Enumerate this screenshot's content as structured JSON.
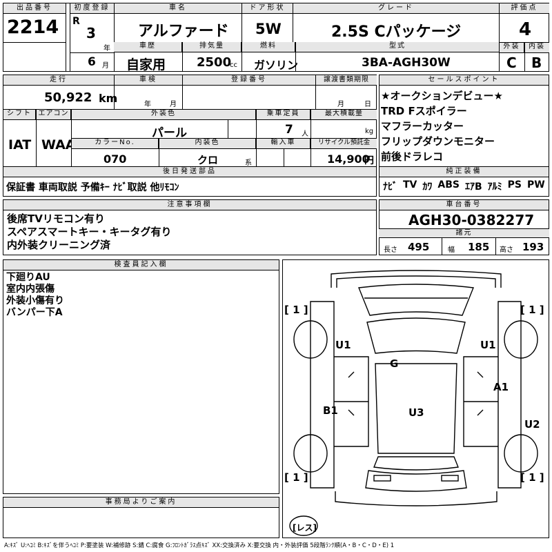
{
  "header": {
    "lot_label": "出品番号",
    "lot_number": "2214",
    "first_reg_label": "初度登録",
    "era": "R",
    "reg_year": "3",
    "year_unit": "年",
    "reg_month": "6",
    "month_unit": "月",
    "car_name_label": "車名",
    "car_name": "アルファード",
    "door_label": "ドア形状",
    "door": "5W",
    "grade_label": "グレード",
    "grade": "2.5S Cパッケージ",
    "score_label": "評価点",
    "score": "4",
    "history_label": "車歴",
    "history": "自家用",
    "displacement_label": "排気量",
    "displacement": "2500",
    "displacement_unit": "cc",
    "fuel_label": "燃料",
    "fuel": "ガソリン",
    "model_label": "型式",
    "model": "3BA-AGH30W",
    "exterior_label": "外装",
    "exterior_grade": "C",
    "interior_label": "内装",
    "interior_grade": "B"
  },
  "middle": {
    "mileage_label": "走行",
    "mileage": "50,922",
    "mileage_unit": "km",
    "inspection_label": "車検",
    "year_unit": "年",
    "month_unit": "月",
    "plate_label": "登録番号",
    "transfer_label": "譲渡書類期限",
    "transfer_month_unit": "月",
    "transfer_day_unit": "日",
    "shift_label": "シフト",
    "shift": "IAT",
    "ac_label": "エアコン",
    "ac": "WAA",
    "color_label": "外装色",
    "color": "パール",
    "capacity_label": "乗車定員",
    "capacity": "7",
    "capacity_unit": "人",
    "load_label": "最大積載量",
    "load_unit": "kg",
    "color_no_label": "カラーNo.",
    "color_no": "070",
    "interior_color_label": "内装色",
    "interior_color": "クロ",
    "interior_color_unit": "系",
    "import_label": "輸入車",
    "recycle_label": "リサイクル預託金",
    "recycle": "14,900",
    "recycle_unit": "円",
    "later_label": "後日発送部品",
    "later_items": "保証書 車両取説 予備ｷｰ ﾅﾋﾞ取説 他ﾘﾓｺﾝ"
  },
  "sales_points": {
    "label": "セールスポイント",
    "items": [
      "★オークションデビュー★",
      "TRD Fスポイラー",
      "マフラーカッター",
      "フリップダウンモニター",
      "前後ドラレコ"
    ]
  },
  "equipment": {
    "label": "純正装備",
    "items": [
      "ﾅﾋﾞ",
      "TV",
      "ｶﾜ",
      "ABS",
      "ｴｱB",
      "ｱﾙﾐ",
      "PS",
      "PW"
    ]
  },
  "notes": {
    "label": "注意事項欄",
    "lines": [
      "後席TVリモコン有り",
      "スペアスマートキー・キータグ有り",
      "内外装クリーニング済"
    ]
  },
  "chassis": {
    "label": "車台番号",
    "value": "AGH30-0382277",
    "spec_label": "諸元",
    "length_label": "長さ",
    "length": "495",
    "width_label": "幅",
    "width": "185",
    "height_label": "高さ",
    "height": "193"
  },
  "inspector": {
    "label": "検査員記入欄",
    "lines": [
      "下廻りAU",
      "室内内張傷",
      "外装小傷有り",
      "バンパー下A"
    ]
  },
  "diagram": {
    "marks": {
      "fl_bracket": "[ 1 ]",
      "fr_bracket": "[ 1 ]",
      "rl_bracket": "[ 1 ]",
      "rr_bracket": "[ 1 ]",
      "u1_left": "U1",
      "u1_right": "U1",
      "g": "G",
      "a1": "A1",
      "b1": "B1",
      "u3": "U3",
      "u2": "U2",
      "spare": "[レス]"
    }
  },
  "office": {
    "label": "事務局よりご案内"
  },
  "legend": "A:ｷｽﾞ U:ﾍｺﾐ B:ｷｽﾞを伴うﾍｺﾐ P:要塗装 W:補修跡 S:錆 C:腐食 G:ﾌﾛﾝﾄｶﾞﾗｽ点ｷｽﾞ XX:交換済み X:要交換 内・外装評価 5段階ﾗﾝｸ順(A・B・C・D・E) 1"
}
